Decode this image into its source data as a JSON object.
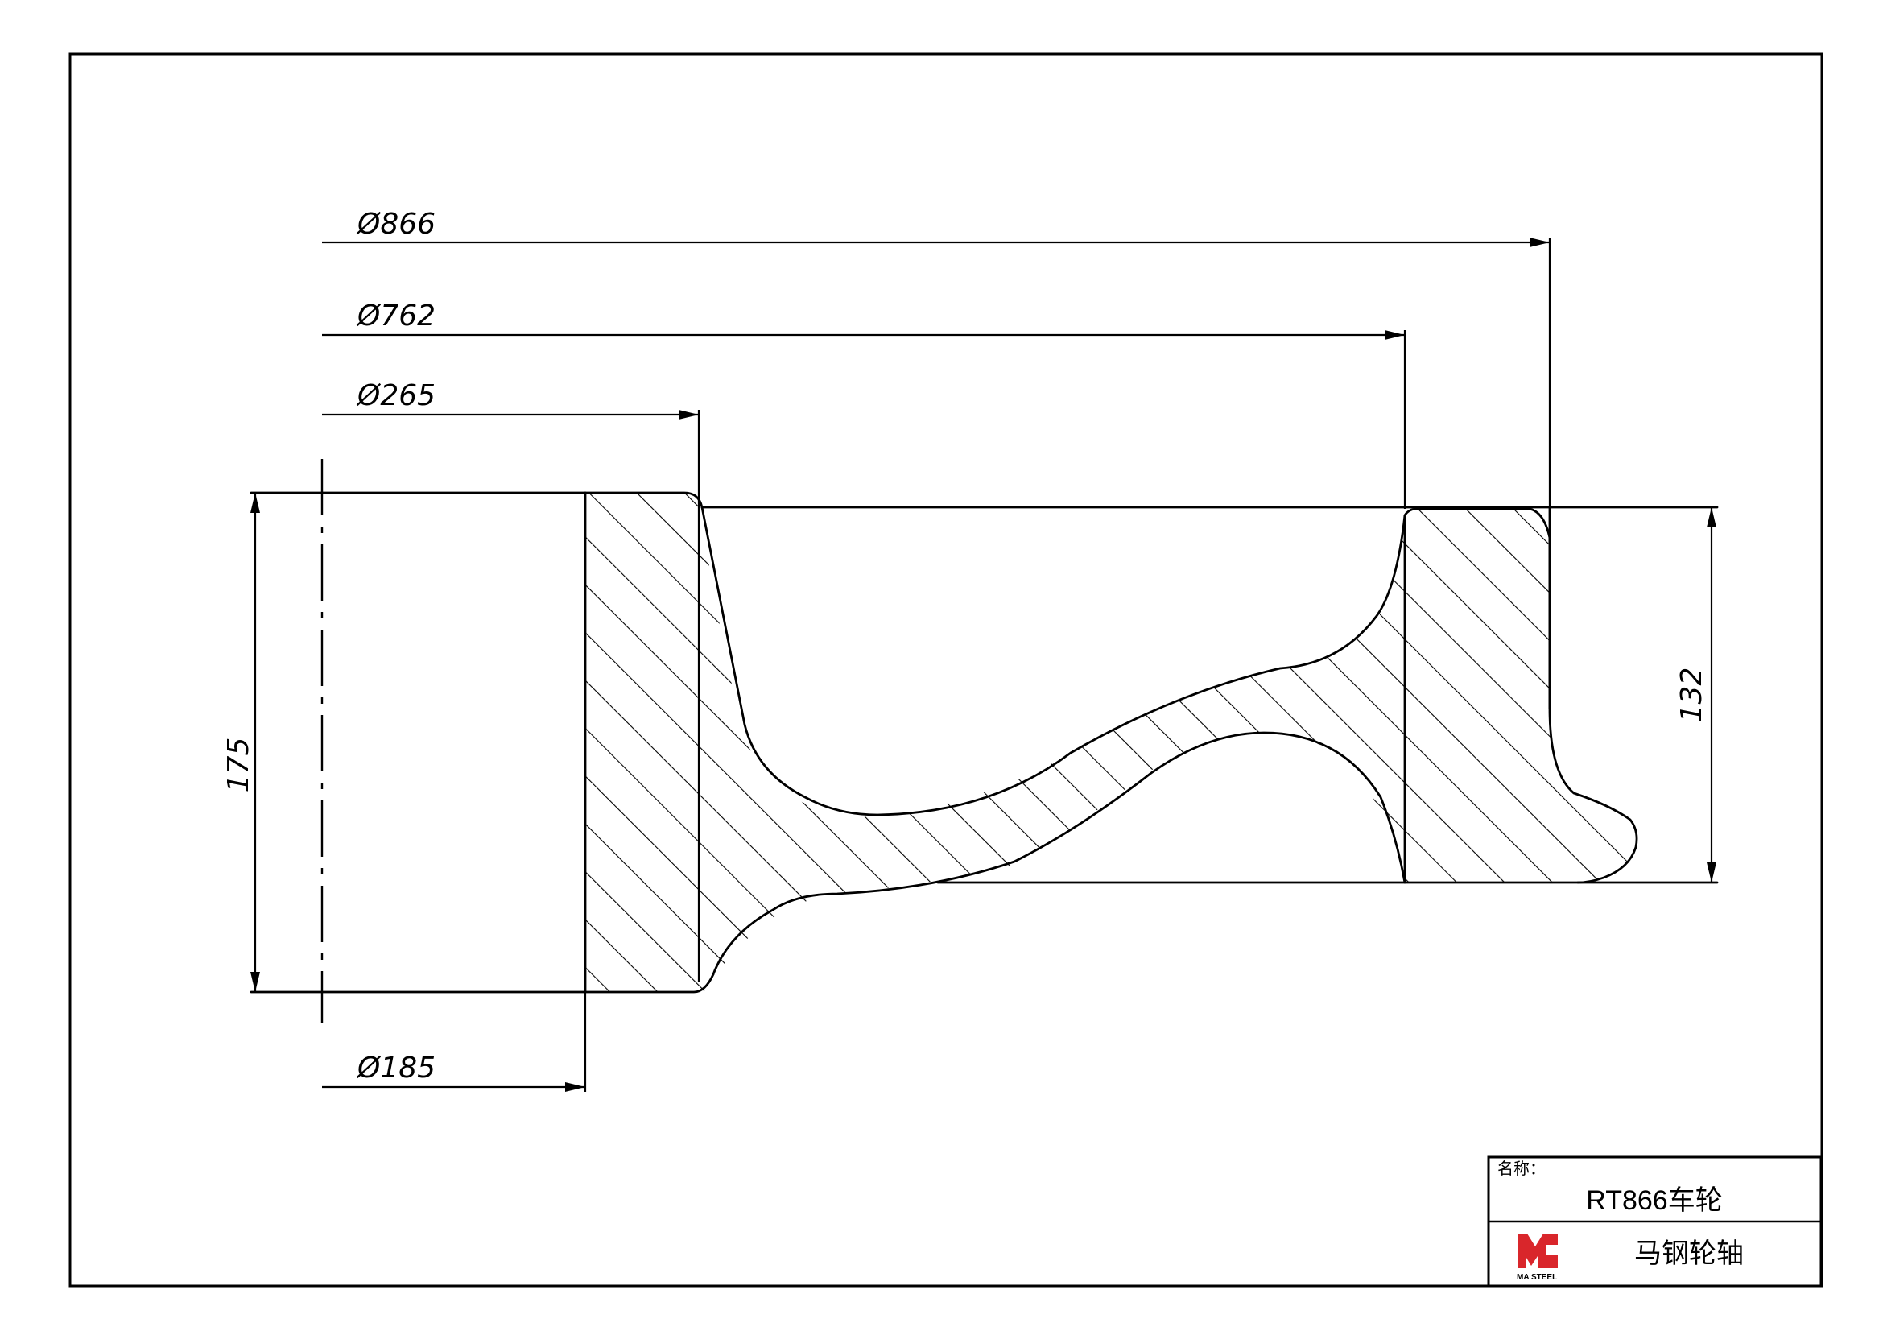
{
  "dimensions": {
    "d866": "Ø866",
    "d762": "Ø762",
    "d265": "Ø265",
    "d185": "Ø185",
    "h175": "175",
    "h132": "132"
  },
  "title_block": {
    "name_label": "名称：",
    "part_name": "RT866车轮",
    "company": "马钢轮轴",
    "logo_text": "MA STEEL",
    "logo_color": "#d9262b"
  }
}
